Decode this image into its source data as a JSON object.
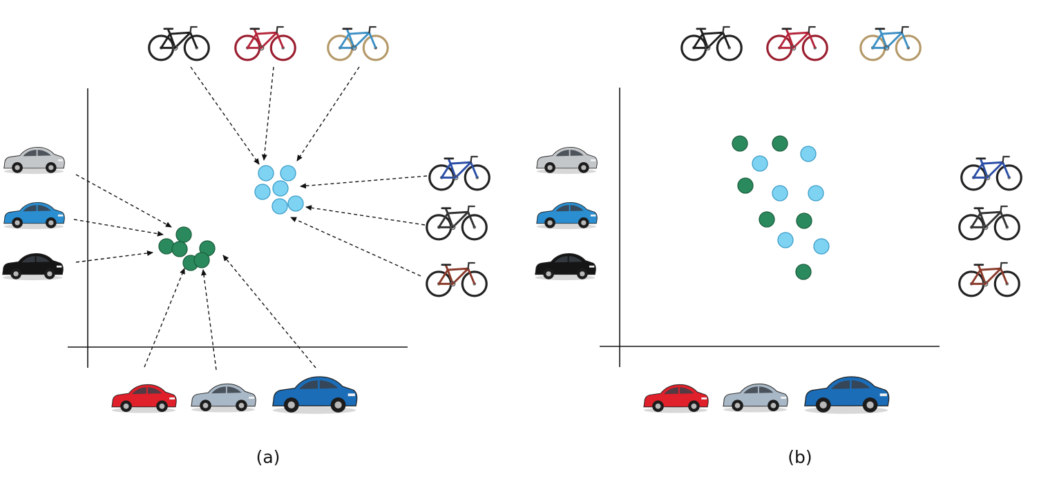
{
  "panels": [
    {
      "id": "a",
      "caption": "(a)"
    },
    {
      "id": "b",
      "caption": "(b)"
    }
  ],
  "colors": {
    "car_point_fill": "#2a8a5e",
    "car_point_stroke": "#1b5e3d",
    "bike_point_fill": "#7fd3f2",
    "bike_point_stroke": "#3a9cc9",
    "axis": "#111111",
    "arrow": "#111111",
    "bike_top": [
      "#1d1d1d",
      "#b5253a",
      "#3d8fc4"
    ],
    "bike_top_wheel": [
      "#222222",
      "#9a1f30",
      "#b59a6a"
    ],
    "bike_right": [
      "#2b4ea6",
      "#333333",
      "#8a3a2a"
    ],
    "car_left": [
      "#c4c7ca",
      "#2a8ed0",
      "#151515"
    ],
    "car_bottom": [
      "#e0202a",
      "#a9b8c6",
      "#1b6db8"
    ]
  },
  "icons": {
    "bicycle": "bicycle-icon",
    "car": "car-icon",
    "car_point": "car-embedding-point",
    "bike_point": "bicycle-embedding-point"
  }
}
